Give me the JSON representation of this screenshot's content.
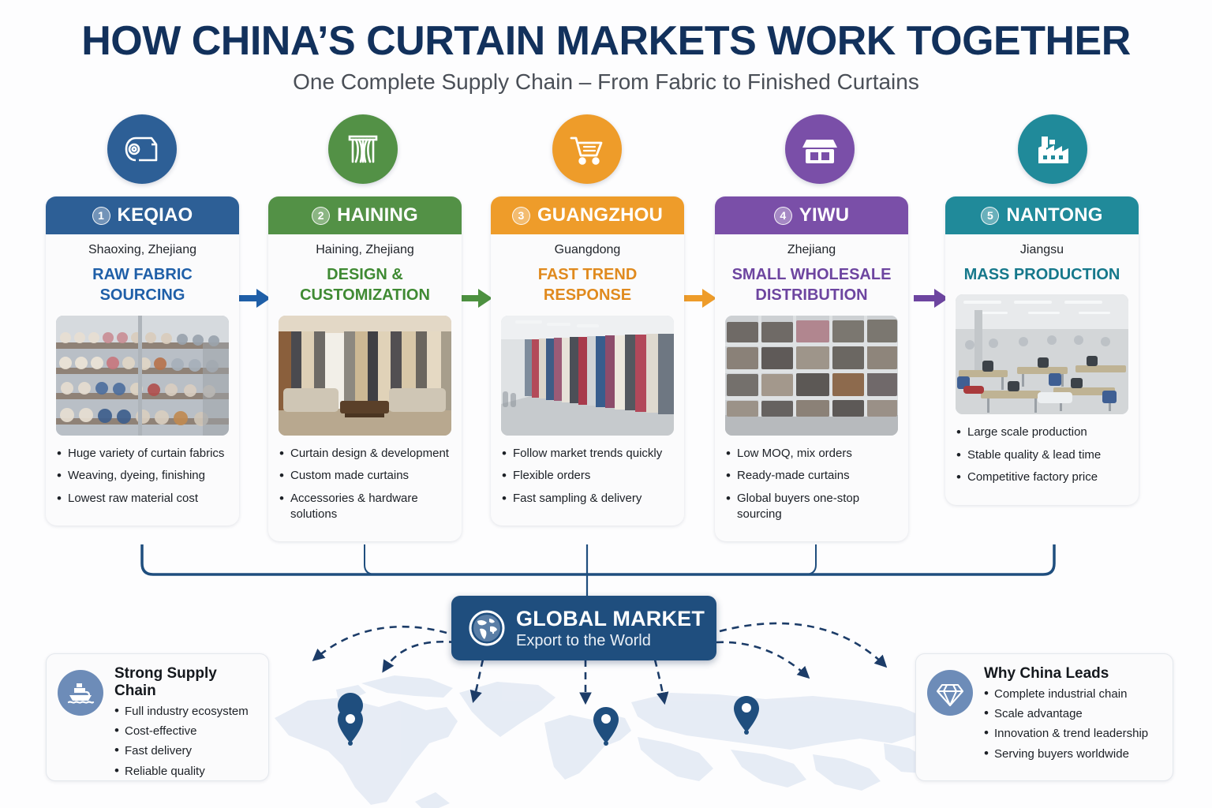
{
  "header": {
    "title": "HOW CHINA’S CURTAIN MARKETS WORK TOGETHER",
    "subtitle": "One Complete Supply Chain – From Fabric to Finished Curtains"
  },
  "stages": [
    {
      "number": "1",
      "city": "KEQIAO",
      "province": "Shaoxing, Zhejiang",
      "role": "RAW FABRIC SOURCING",
      "color": "#2d5f96",
      "role_color": "#1f5fa8",
      "bullet_color": "#2d5f96",
      "icon": "fabric-roll-icon",
      "image": "fabric-rolls-warehouse-photo",
      "bullets": [
        "Huge variety of curtain fabrics",
        "Weaving, dyeing, finishing",
        "Lowest raw material cost"
      ]
    },
    {
      "number": "2",
      "city": "HAINING",
      "province": "Haining, Zhejiang",
      "role": "DESIGN & CUSTOMIZATION",
      "color": "#539146",
      "role_color": "#3f8a33",
      "bullet_color": "#539146",
      "icon": "curtain-icon",
      "image": "curtain-showroom-living-room-photo",
      "bullets": [
        "Curtain design & development",
        "Custom made curtains",
        "Accessories & hardware solutions"
      ]
    },
    {
      "number": "3",
      "city": "GUANGZHOU",
      "province": "Guangdong",
      "role": "FAST TREND RESPONSE",
      "color": "#ee9c2a",
      "role_color": "#e08a1e",
      "bullet_color": "#d98a28",
      "icon": "shopping-cart-icon",
      "image": "curtain-market-aisle-photo",
      "bullets": [
        "Follow market trends quickly",
        "Flexible orders",
        "Fast sampling & delivery"
      ]
    },
    {
      "number": "4",
      "city": "YIWU",
      "province": "Zhejiang",
      "role": "SMALL WHOLESALE DISTRIBUTION",
      "color": "#7a4fa8",
      "role_color": "#6d45a0",
      "bullet_color": "#7a4fa8",
      "icon": "storefront-icon",
      "image": "wholesale-shelves-packaged-curtains-photo",
      "bullets": [
        "Low MOQ, mix orders",
        "Ready-made curtains",
        "Global buyers one-stop sourcing"
      ]
    },
    {
      "number": "5",
      "city": "NANTONG",
      "province": "Jiangsu",
      "role": "MASS PRODUCTION",
      "color": "#208a9a",
      "role_color": "#16788b",
      "bullet_color": "#208a9a",
      "icon": "factory-icon",
      "image": "garment-factory-sewing-floor-photo",
      "bullets": [
        "Large scale production",
        "Stable quality & lead time",
        "Competitive factory price"
      ]
    }
  ],
  "arrows": [
    {
      "color": "#1f5fa8",
      "name": "arrow-keqiao-to-haining"
    },
    {
      "color": "#4d9140",
      "name": "arrow-haining-to-guangzhou"
    },
    {
      "color": "#ee9c2a",
      "name": "arrow-guangzhou-to-yiwu"
    },
    {
      "color": "#6d45a0",
      "name": "arrow-yiwu-to-nantong"
    }
  ],
  "global_market": {
    "title": "GLOBAL MARKET",
    "subtitle": "Export to the World",
    "icon": "globe-icon",
    "color": "#1f4e7e"
  },
  "panels": {
    "left": {
      "title": "Strong Supply Chain",
      "icon": "cargo-ship-icon",
      "items": [
        "Full industry ecosystem",
        "Cost-effective",
        "Fast delivery",
        "Reliable quality"
      ]
    },
    "right": {
      "title": "Why China Leads",
      "icon": "diamond-icon",
      "items": [
        "Complete industrial chain",
        "Scale advantage",
        "Innovation & trend leadership",
        "Serving buyers worldwide"
      ]
    }
  },
  "map": {
    "name": "world-map-backdrop",
    "pins": [
      "pin-north-america",
      "pin-europe",
      "pin-northeast-asia"
    ],
    "export_arrow_count": 7
  },
  "theme": {
    "background": "#fdfdfe",
    "title_color": "#12315c",
    "connector_color": "#1f4e7e"
  }
}
